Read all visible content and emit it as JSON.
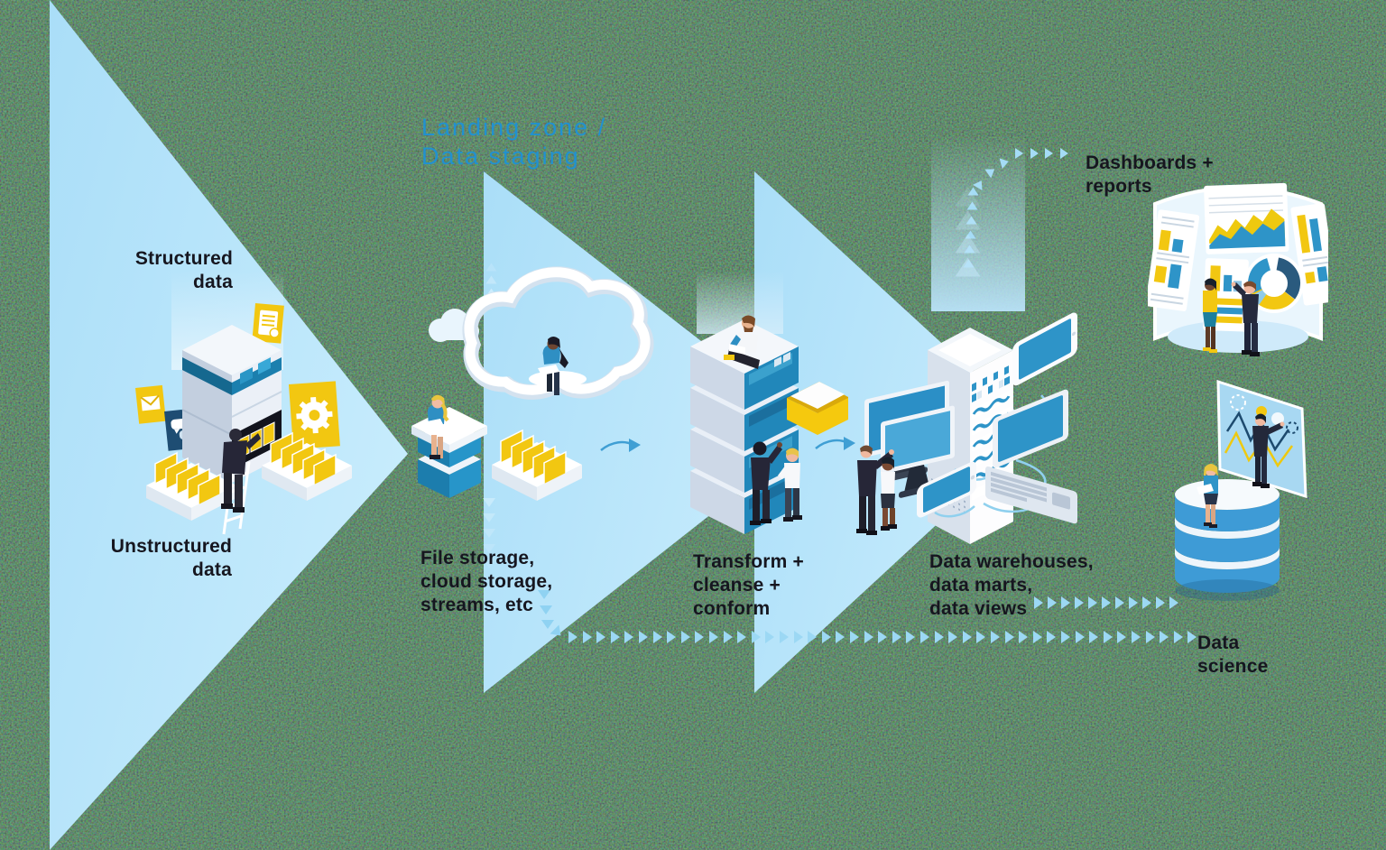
{
  "colors": {
    "funnel": "#b5e3f9",
    "accent_blue": "#2191d0",
    "dark_text": "#16161f",
    "chevron": "#9cd8f4",
    "yellow": "#f2c711",
    "illustration_blue": "#2187ba",
    "navy": "#1d4a6e"
  },
  "annotations": {
    "landing_zone": {
      "line1": "Landing zone /",
      "line2": "Data staging"
    },
    "structured_data": {
      "line1": "Structured",
      "line2": "data"
    },
    "unstructured_data": {
      "line1": "Unstructured",
      "line2": "data"
    },
    "file_storage": {
      "line1": "File storage,",
      "line2": "cloud storage,",
      "line3": "streams, etc"
    },
    "transform": {
      "line1": "Transform +",
      "line2": "cleanse +",
      "line3": "conform"
    },
    "warehouses": {
      "line1": "Data warehouses,",
      "line2": "data marts,",
      "line3": "data views"
    },
    "dashboards": {
      "line1": "Dashboards +",
      "line2": "reports"
    },
    "data_science": {
      "line1": "Data",
      "line2": "science"
    }
  },
  "illustrations": {
    "data_sources": "server-cabinet-with-folder-drawers",
    "landing": "cloud-with-storage-box-and-folders",
    "transform_stack": "stacked-servers-with-team",
    "server_tower": "server-tower-with-connected-devices",
    "dashboard_wall": "curved-dashboard-screens-with-viewers",
    "data_science_db": "database-cylinder-with-analytics-board"
  }
}
